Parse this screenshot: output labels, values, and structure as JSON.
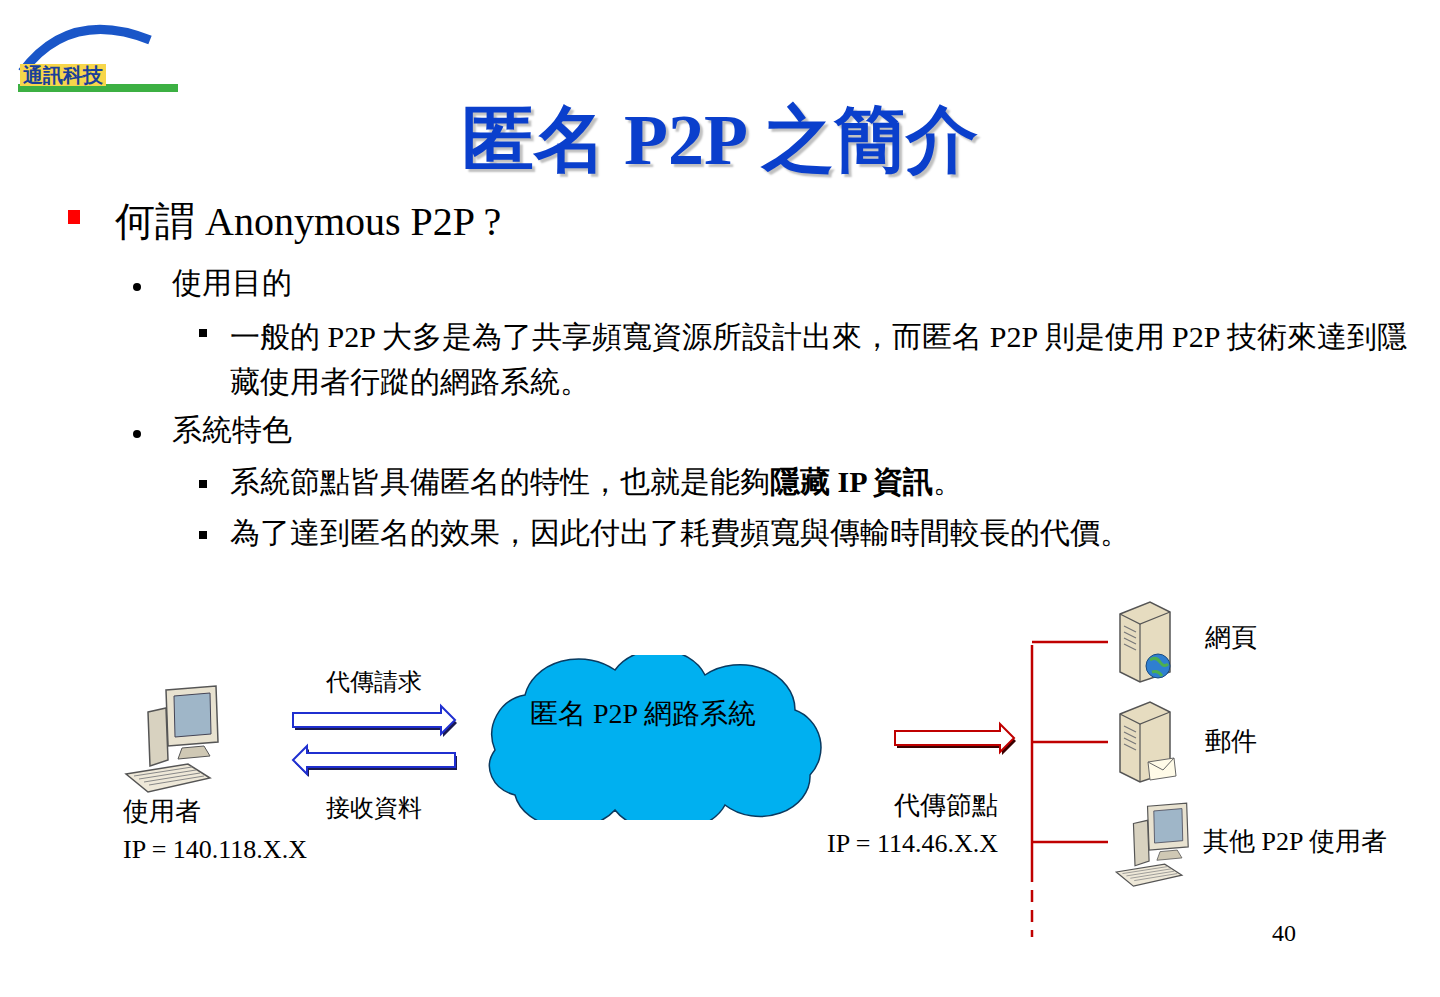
{
  "diagram": {
    "title": "匿名 P2P 之簡介",
    "nodes": [
      {
        "text": [
          "使用者",
          "IP = 140.118.X.X"
        ]
      },
      {
        "text": [
          "匿名 P2P 網路系統"
        ]
      },
      {
        "text": [
          "代傳節點",
          "IP = 114.46.X.X"
        ]
      },
      {
        "text": [
          "網頁"
        ]
      },
      {
        "text": [
          "郵件"
        ]
      },
      {
        "text": [
          "其他 P2P 使用者"
        ]
      }
    ],
    "edges": [
      {
        "from": 0,
        "to": 1,
        "arrow": "to",
        "label": "代傳請求"
      },
      {
        "from": 1,
        "to": 0,
        "arrow": "to",
        "label": "接收資料"
      },
      {
        "from": 1,
        "to": 2,
        "arrow": "to"
      },
      {
        "from": 2,
        "to": 3,
        "arrow": "none"
      },
      {
        "from": 2,
        "to": 4,
        "arrow": "none"
      },
      {
        "from": 2,
        "to": 5,
        "arrow": "none"
      }
    ],
    "labels": [
      "通訊科技",
      "何謂 Anonymous P2P ?",
      "使用目的",
      "一般的 P2P 大多是為了共享頻寬資源所設計出來，而匿名 P2P 則是使用 P2P 技術來達到隱藏使用者行蹤的網路系統。",
      "系統特色",
      "系統節點皆具備匿名的特性，也就是能夠",
      "隱藏 IP 資訊",
      "。",
      "為了達到匿名的效果，因此付出了耗費頻寬與傳輸時間較長的代價。",
      "40"
    ]
  }
}
